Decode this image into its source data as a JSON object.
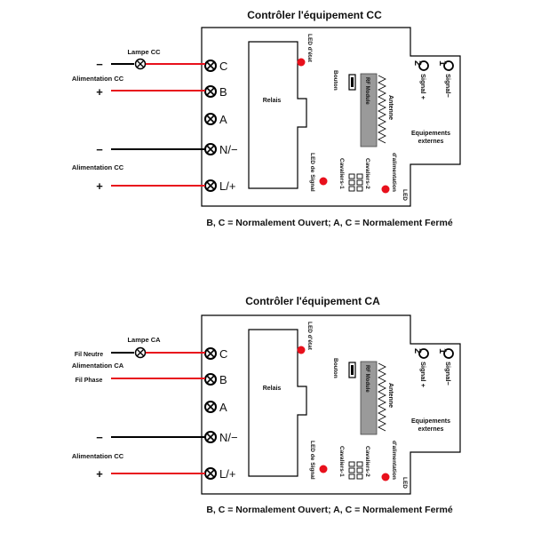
{
  "top": {
    "title": "Contrôler l'équipement CC",
    "lamp": "Lampe CC",
    "supply1": "Alimentation CC",
    "supply2": "Alimentation CC",
    "footer": "B, C = Normalement Ouvert; A, C = Normalement Fermé"
  },
  "bottom": {
    "title": "Contrôler l'équipement CA",
    "lamp": "Lampe CA",
    "neutral": "Fil Neutre",
    "supply_ac": "Alimentation CA",
    "phase": "Fil Phase",
    "supply2": "Alimentation CC",
    "footer": "B, C = Normalement Ouvert; A, C = Normalement Fermé"
  },
  "board": {
    "terminals": [
      "C",
      "B",
      "A",
      "N/−",
      "L/+"
    ],
    "relay": "Relais",
    "led_state": "LED d'état",
    "button": "Bouton",
    "antenna": "Antenne",
    "rf_module": "RF Module",
    "led_signal": "LED de Signal",
    "jumpers1": "Cavaliers-1",
    "jumpers2": "Cavaliers-2",
    "led_power_1": "LED",
    "led_power_2": "d'alimentation",
    "sig_plus_num": "2",
    "sig_minus_num": "1",
    "sig_plus": "Signal +",
    "sig_minus": "Signal−",
    "ext1": "Equipements",
    "ext2": "externes"
  },
  "signs": {
    "minus": "−",
    "plus": "+"
  },
  "colors": {
    "wire_red": "#e8101c",
    "wire_black": "#000000",
    "led": "#e8101c",
    "module_fill": "#9a9a9a"
  }
}
